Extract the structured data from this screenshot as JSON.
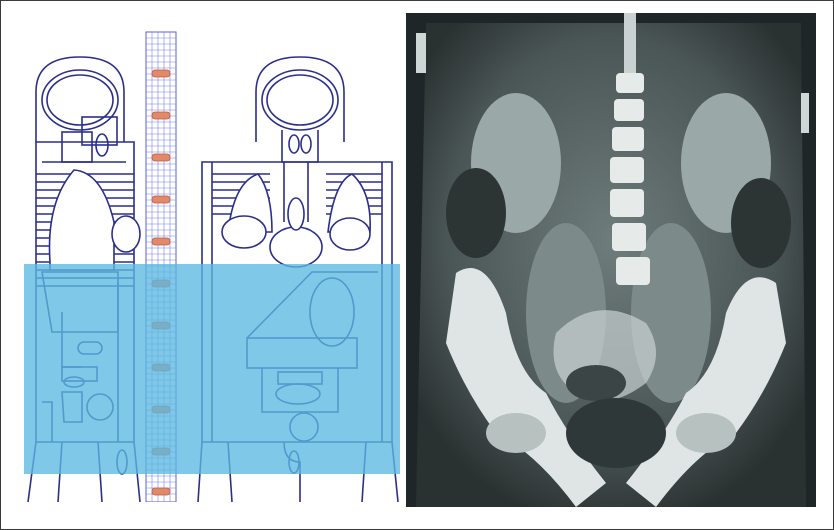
{
  "figure": {
    "left_panel": "phantom-schematic",
    "right_panel": "coronal-ct-scan"
  },
  "colors": {
    "line": "#2b2f8a",
    "highlight": "#5bb8e0",
    "highlight_opacity": "0.78",
    "spine_grid": "#5a5fd6",
    "vertebra": "#e08a6a",
    "ct_background": "#1f2628",
    "ct_bone": "#e6ebea",
    "ct_soft_tissue": "#8a9a9a"
  },
  "icons": {
    "phantom": "anthropomorphic-phantom-diagram",
    "ct": "pelvis-abdomen-ct-image"
  }
}
